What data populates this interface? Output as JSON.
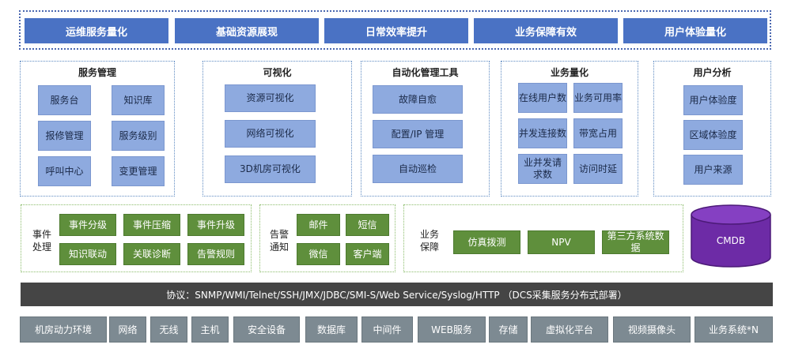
{
  "top_banner": [
    "运维服务量化",
    "基础资源展现",
    "日常效率提升",
    "业务保障有效",
    "用户体验量化"
  ],
  "modules": {
    "service": {
      "title": "服务管理",
      "items": [
        "服务台",
        "知识库",
        "报修管理",
        "服务级别",
        "呼叫中心",
        "变更管理"
      ]
    },
    "visual": {
      "title": "可视化",
      "items": [
        "资源可视化",
        "网络可视化",
        "3D机房可视化"
      ]
    },
    "automation": {
      "title": "自动化管理工具",
      "items": [
        "故障自愈",
        "配置/IP 管理",
        "自动巡检"
      ]
    },
    "business": {
      "title": "业务量化",
      "items": [
        "在线用户数",
        "业务可用率",
        "并发连接数",
        "带宽占用",
        "业并发请求数",
        "访问时延"
      ]
    },
    "user": {
      "title": "用户分析",
      "items": [
        "用户体验度",
        "区域体验度",
        "用户来源"
      ]
    }
  },
  "events": {
    "label": "事件处理",
    "items": [
      "事件分级",
      "事件压缩",
      "事件升级",
      "知识联动",
      "关联诊断",
      "告警规则"
    ]
  },
  "alerts": {
    "label": "告警通知",
    "items": [
      "邮件",
      "短信",
      "微信",
      "客户端"
    ]
  },
  "assurance": {
    "label": "业务保障",
    "items": [
      "仿真拨测",
      "NPV",
      "第三方系统数据"
    ]
  },
  "cmdb": "CMDB",
  "protocol": "协议：SNMP/WMI/Telnet/SSH/JMX/JDBC/SMI-S/Web Service/Syslog/HTTP （DCS采集服务分布式部署）",
  "resources": [
    "机房动力环境",
    "网络",
    "无线",
    "主机",
    "安全设备",
    "数据库",
    "中间件",
    "WEB服务",
    "存储",
    "虚拟化平台",
    "视频摄像头",
    "业务系统*N"
  ]
}
